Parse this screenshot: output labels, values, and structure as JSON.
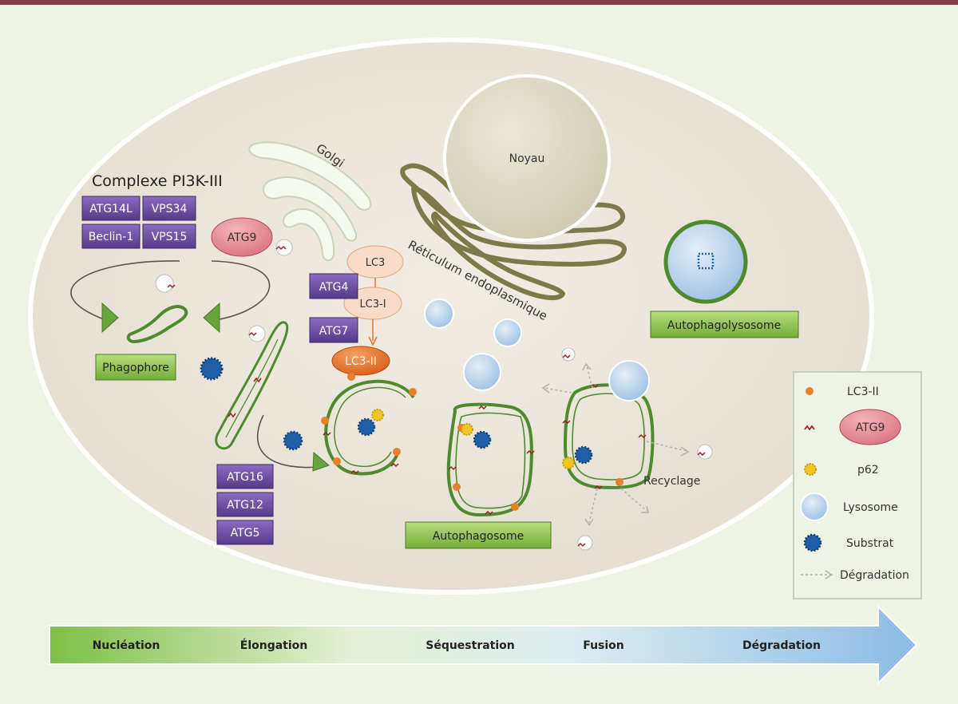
{
  "complex_title": "Complexe PI3K-III",
  "complex": {
    "atg14l": "ATG14L",
    "vps34": "VPS34",
    "beclin1": "Beclin-1",
    "vps15": "VPS15"
  },
  "atg9_label": "ATG9",
  "golgi_label": "Golgi",
  "noyau_label": "Noyau",
  "reticulum_label": "Réticulum endoplasmique",
  "lc3": "LC3",
  "lc3_1": "LC3-I",
  "lc3_2": "LC3-II",
  "atg4": "ATG4",
  "atg7": "ATG7",
  "atg16": "ATG16",
  "atg12": "ATG12",
  "atg5": "ATG5",
  "phagophore_label": "Phagophore",
  "autophagosome_label": "Autophagosome",
  "autophagolysosome_label": "Autophagolysosome",
  "recyclage_label": "Recyclage",
  "legend": {
    "lc3_2": "LC3-II",
    "atg9": "ATG9",
    "p62": "p62",
    "lysosome": "Lysosome",
    "substrat": "Substrat",
    "degradation": "Dégradation"
  },
  "stages": [
    "Nucléation",
    "Élongation",
    "Séquestration",
    "Fusion",
    "Dégradation"
  ],
  "colors": {
    "top_bar": "#8b3a4a",
    "cell_fill": "#ece6dc",
    "membrane": "#4f8a2e",
    "purple_box": "#6b4fa0",
    "green_label": "#8cc24a",
    "lc3_light": "#f8dcc8",
    "lc3_2": "#e8702a",
    "atg9": "#e58a90",
    "lysosome": "#b8d3ec",
    "substrat": "#1f5fa8",
    "p62": "#f2c524",
    "er": "#7d7a4a",
    "noyau": "#ddd9c4"
  }
}
